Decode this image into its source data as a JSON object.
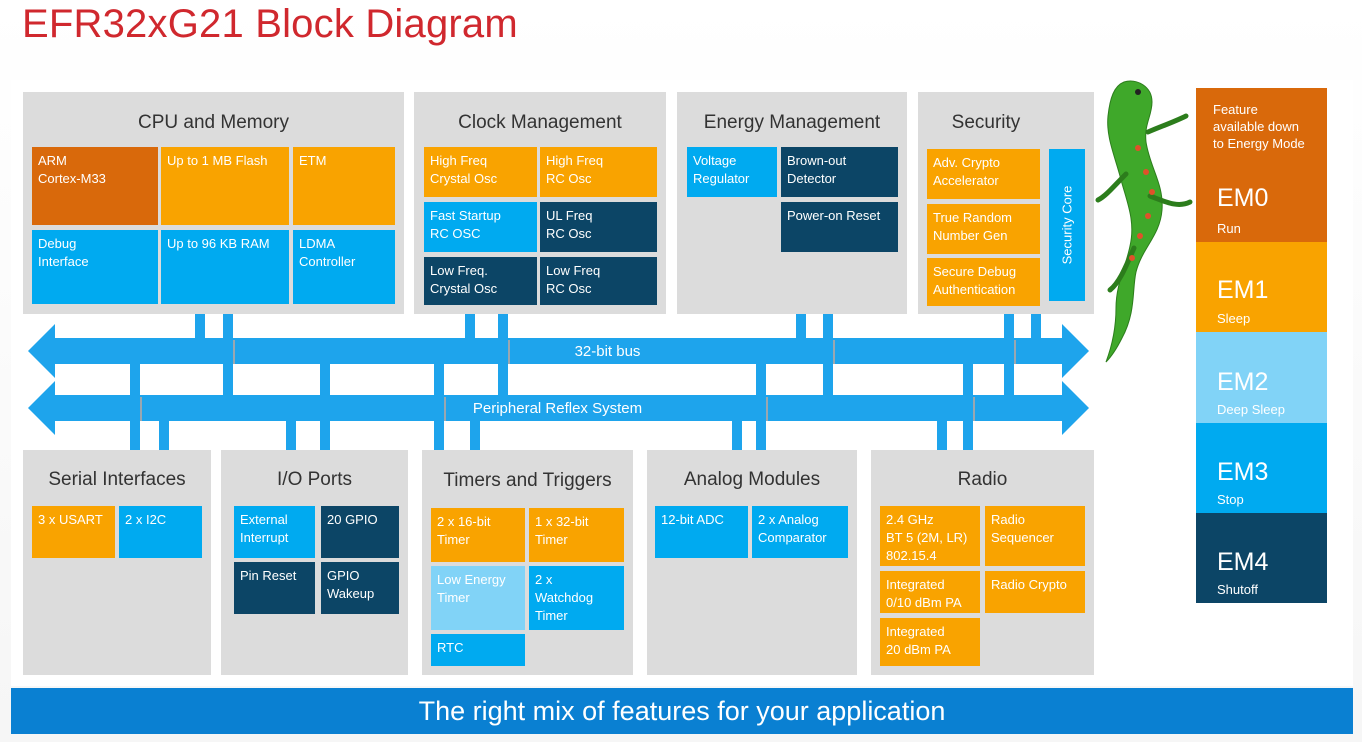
{
  "title": "EFR32xG21 Block Diagram",
  "groups": {
    "cpu": {
      "title": "CPU and Memory",
      "blocks": [
        "ARM\nCortex-M33",
        "Up to 1 MB Flash",
        "ETM",
        "Debug\nInterface",
        "Up to 96 KB RAM",
        "LDMA\nController"
      ]
    },
    "clock": {
      "title": "Clock Management",
      "blocks": [
        "High Freq\nCrystal Osc",
        "High Freq\nRC Osc",
        "Fast Startup\nRC OSC",
        "UL Freq\nRC Osc",
        "Low Freq.\nCrystal Osc",
        "Low Freq\nRC Osc"
      ]
    },
    "energy": {
      "title": "Energy Management",
      "blocks": [
        "Voltage\nRegulator",
        "Brown-out\nDetector",
        "Power-on Reset"
      ]
    },
    "security": {
      "title": "Security",
      "blocks": [
        "Adv. Crypto\nAccelerator",
        "True Random\nNumber Gen",
        "Secure Debug\nAuthentication"
      ],
      "core": "Security Core"
    },
    "serial": {
      "title": "Serial Interfaces",
      "blocks": [
        "3 x USART",
        "2 x I2C"
      ]
    },
    "io": {
      "title": "I/O Ports",
      "blocks": [
        "External\nInterrupt",
        "20 GPIO",
        "Pin Reset",
        "GPIO\nWakeup"
      ]
    },
    "timers": {
      "title": "Timers and Triggers",
      "blocks": [
        "2 x 16-bit\nTimer",
        "1 x 32-bit\nTimer",
        "Low Energy\nTimer",
        "2 x\nWatchdog\nTimer",
        "RTC"
      ]
    },
    "analog": {
      "title": "Analog Modules",
      "blocks": [
        "12-bit ADC",
        "2 x Analog\nComparator"
      ]
    },
    "radio": {
      "title": "Radio",
      "blocks": [
        "2.4 GHz\nBT 5 (2M, LR)\n802.15.4",
        "Radio\nSequencer",
        "Integrated\n0/10 dBm PA",
        "Radio Crypto",
        "Integrated\n20 dBm PA"
      ]
    }
  },
  "buses": {
    "bus32": "32-bit bus",
    "prs": "Peripheral Reflex System"
  },
  "energy_modes": {
    "note": "Feature\navailable down\nto Energy Mode",
    "modes": [
      {
        "name": "EM0",
        "sub": "Run",
        "color": "#d9690b"
      },
      {
        "name": "EM1",
        "sub": "Sleep",
        "color": "#f9a300"
      },
      {
        "name": "EM2",
        "sub": "Deep Sleep",
        "color": "#81d3f7"
      },
      {
        "name": "EM3",
        "sub": "Stop",
        "color": "#00aaf0"
      },
      {
        "name": "EM4",
        "sub": "Shutoff",
        "color": "#0c4566"
      }
    ]
  },
  "footer": "The right mix of features for your application",
  "colors": {
    "title_red": "#d0282e",
    "bus_blue": "#1ea4ec",
    "footer_blue": "#0a80d2",
    "orange": "#f9a300",
    "dark_orange": "#d9690b",
    "blue": "#00aaf0",
    "light_blue": "#81d3f7",
    "navy": "#0c4566"
  }
}
